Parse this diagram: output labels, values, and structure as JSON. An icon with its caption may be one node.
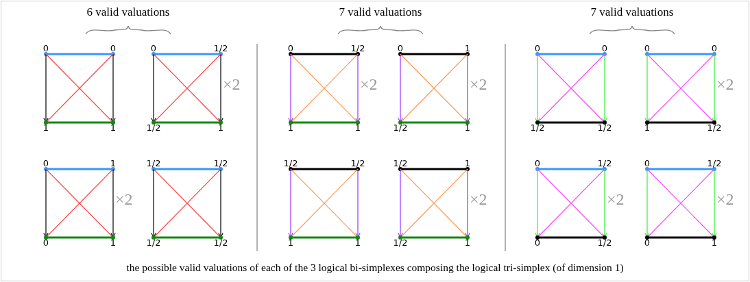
{
  "diagram": {
    "caption": "the possible valid valuations of each of the 3 logical bi-simplexes composing the logical tri-simplex (of dimension 1)",
    "nodes": [
      {
        "text": [
          "0"
        ]
      },
      {
        "text": [
          "0"
        ]
      },
      {
        "text": [
          "1"
        ]
      },
      {
        "text": [
          "1"
        ]
      },
      {
        "text": [
          "0"
        ]
      },
      {
        "text": [
          "1/2"
        ]
      },
      {
        "text": [
          "1/2"
        ]
      },
      {
        "text": [
          "1"
        ]
      },
      {
        "text": [
          "0"
        ]
      },
      {
        "text": [
          "1"
        ]
      },
      {
        "text": [
          "0"
        ]
      },
      {
        "text": [
          "1"
        ]
      },
      {
        "text": [
          "1/2"
        ]
      },
      {
        "text": [
          "1/2"
        ]
      },
      {
        "text": [
          "1/2"
        ]
      },
      {
        "text": [
          "1/2"
        ]
      },
      {
        "text": [
          "0"
        ]
      },
      {
        "text": [
          "1/2"
        ]
      },
      {
        "text": [
          "1"
        ]
      },
      {
        "text": [
          "1"
        ]
      },
      {
        "text": [
          "0"
        ]
      },
      {
        "text": [
          "1"
        ]
      },
      {
        "text": [
          "1/2"
        ]
      },
      {
        "text": [
          "1"
        ]
      },
      {
        "text": [
          "1/2"
        ]
      },
      {
        "text": [
          "1/2"
        ]
      },
      {
        "text": [
          "1"
        ]
      },
      {
        "text": [
          "1"
        ]
      },
      {
        "text": [
          "1/2"
        ]
      },
      {
        "text": [
          "1"
        ]
      },
      {
        "text": [
          "1/2"
        ]
      },
      {
        "text": [
          "1"
        ]
      },
      {
        "text": [
          "0"
        ]
      },
      {
        "text": [
          "0"
        ]
      },
      {
        "text": [
          "1/2"
        ]
      },
      {
        "text": [
          "1/2"
        ]
      },
      {
        "text": [
          "0"
        ]
      },
      {
        "text": [
          "0"
        ]
      },
      {
        "text": [
          "1"
        ]
      },
      {
        "text": [
          "1/2"
        ]
      },
      {
        "text": [
          "0"
        ]
      },
      {
        "text": [
          "1/2"
        ]
      },
      {
        "text": [
          "0"
        ]
      },
      {
        "text": [
          "1/2"
        ]
      },
      {
        "text": [
          "0"
        ]
      },
      {
        "text": [
          "1/2"
        ]
      },
      {
        "text": [
          "0"
        ]
      },
      {
        "text": [
          "1"
        ]
      }
    ],
    "edges": [
      {
        "from": 0,
        "to": 1,
        "arrow": "other",
        "style": "thick",
        "color": "#3399ff"
      },
      {
        "from": 0,
        "to": 2,
        "arrow": "to",
        "color": "#000000"
      },
      {
        "from": 1,
        "to": 3,
        "arrow": "to",
        "color": "#000000"
      },
      {
        "from": 0,
        "to": 3,
        "arrow": "none",
        "color": "#ff4444"
      },
      {
        "from": 1,
        "to": 2,
        "arrow": "none",
        "color": "#ff4444"
      },
      {
        "from": 2,
        "to": 3,
        "arrow": "other",
        "style": "thick",
        "color": "#118811"
      },
      {
        "from": 4,
        "to": 5,
        "arrow": "other",
        "style": "thick",
        "color": "#3399ff"
      },
      {
        "from": 4,
        "to": 6,
        "arrow": "to",
        "color": "#000000"
      },
      {
        "from": 5,
        "to": 7,
        "arrow": "to",
        "color": "#000000"
      },
      {
        "from": 4,
        "to": 7,
        "arrow": "none",
        "color": "#ff4444"
      },
      {
        "from": 5,
        "to": 6,
        "arrow": "none",
        "color": "#ff4444"
      },
      {
        "from": 6,
        "to": 7,
        "arrow": "other",
        "style": "thick",
        "color": "#118811"
      },
      {
        "from": 8,
        "to": 9,
        "arrow": "other",
        "style": "thick",
        "color": "#3399ff"
      },
      {
        "from": 8,
        "to": 10,
        "arrow": "to",
        "color": "#000000"
      },
      {
        "from": 9,
        "to": 11,
        "arrow": "to",
        "color": "#000000"
      },
      {
        "from": 8,
        "to": 11,
        "arrow": "none",
        "color": "#ff4444"
      },
      {
        "from": 9,
        "to": 10,
        "arrow": "none",
        "color": "#ff4444"
      },
      {
        "from": 10,
        "to": 11,
        "arrow": "other",
        "style": "thick",
        "color": "#118811"
      },
      {
        "from": 12,
        "to": 13,
        "arrow": "other",
        "style": "thick",
        "color": "#3399ff"
      },
      {
        "from": 12,
        "to": 14,
        "arrow": "to",
        "color": "#000000"
      },
      {
        "from": 13,
        "to": 15,
        "arrow": "to",
        "color": "#000000"
      },
      {
        "from": 12,
        "to": 15,
        "arrow": "none",
        "color": "#ff4444"
      },
      {
        "from": 13,
        "to": 14,
        "arrow": "none",
        "color": "#ff4444"
      },
      {
        "from": 14,
        "to": 15,
        "arrow": "other",
        "style": "thick",
        "color": "#118811"
      },
      {
        "from": 16,
        "to": 17,
        "arrow": "other",
        "style": "thick",
        "color": "#000000"
      },
      {
        "from": 16,
        "to": 18,
        "arrow": "to",
        "color": "#9933ff"
      },
      {
        "from": 17,
        "to": 19,
        "arrow": "to",
        "color": "#9933ff"
      },
      {
        "from": 16,
        "to": 19,
        "arrow": "none",
        "color": "#ff9955"
      },
      {
        "from": 17,
        "to": 18,
        "arrow": "none",
        "color": "#ff9955"
      },
      {
        "from": 18,
        "to": 19,
        "arrow": "other",
        "style": "thick",
        "color": "#118811"
      },
      {
        "from": 20,
        "to": 21,
        "arrow": "other",
        "style": "thick",
        "color": "#000000"
      },
      {
        "from": 20,
        "to": 22,
        "arrow": "to",
        "color": "#9933ff"
      },
      {
        "from": 21,
        "to": 23,
        "arrow": "to",
        "color": "#9933ff"
      },
      {
        "from": 20,
        "to": 23,
        "arrow": "none",
        "color": "#ff9955"
      },
      {
        "from": 21,
        "to": 22,
        "arrow": "none",
        "color": "#ff9955"
      },
      {
        "from": 22,
        "to": 23,
        "arrow": "other",
        "style": "thick",
        "color": "#118811"
      },
      {
        "from": 24,
        "to": 25,
        "arrow": "other",
        "style": "thick",
        "color": "#000000"
      },
      {
        "from": 24,
        "to": 26,
        "arrow": "to",
        "color": "#9933ff"
      },
      {
        "from": 25,
        "to": 27,
        "arrow": "to",
        "color": "#9933ff"
      },
      {
        "from": 24,
        "to": 27,
        "arrow": "none",
        "color": "#ff9955"
      },
      {
        "from": 25,
        "to": 26,
        "arrow": "none",
        "color": "#ff9955"
      },
      {
        "from": 26,
        "to": 27,
        "arrow": "other",
        "style": "thick",
        "color": "#118811"
      },
      {
        "from": 28,
        "to": 29,
        "arrow": "other",
        "style": "thick",
        "color": "#000000"
      },
      {
        "from": 28,
        "to": 30,
        "arrow": "to",
        "color": "#9933ff"
      },
      {
        "from": 29,
        "to": 31,
        "arrow": "to",
        "color": "#9933ff"
      },
      {
        "from": 28,
        "to": 31,
        "arrow": "none",
        "color": "#ff9955"
      },
      {
        "from": 29,
        "to": 30,
        "arrow": "none",
        "color": "#ff9955"
      },
      {
        "from": 30,
        "to": 31,
        "arrow": "other",
        "style": "thick",
        "color": "#118811"
      },
      {
        "from": 32,
        "to": 33,
        "arrow": "other",
        "style": "thick",
        "color": "#3399ff"
      },
      {
        "from": 32,
        "to": 34,
        "arrow": "to",
        "color": "#33ee33"
      },
      {
        "from": 33,
        "to": 35,
        "arrow": "to",
        "color": "#33ee33"
      },
      {
        "from": 32,
        "to": 35,
        "arrow": "none",
        "color": "#ff44ff"
      },
      {
        "from": 33,
        "to": 34,
        "arrow": "none",
        "color": "#ff44ff"
      },
      {
        "from": 34,
        "to": 35,
        "arrow": "other",
        "style": "thick",
        "color": "#000000"
      },
      {
        "from": 36,
        "to": 37,
        "arrow": "other",
        "style": "thick",
        "color": "#3399ff"
      },
      {
        "from": 36,
        "to": 38,
        "arrow": "to",
        "color": "#33ee33"
      },
      {
        "from": 37,
        "to": 39,
        "arrow": "to",
        "color": "#33ee33"
      },
      {
        "from": 36,
        "to": 39,
        "arrow": "none",
        "color": "#ff44ff"
      },
      {
        "from": 37,
        "to": 38,
        "arrow": "none",
        "color": "#ff44ff"
      },
      {
        "from": 38,
        "to": 39,
        "arrow": "other",
        "style": "thick",
        "color": "#000000"
      },
      {
        "from": 40,
        "to": 41,
        "arrow": "other",
        "style": "thick",
        "color": "#3399ff"
      },
      {
        "from": 40,
        "to": 42,
        "arrow": "to",
        "color": "#33ee33"
      },
      {
        "from": 41,
        "to": 43,
        "arrow": "to",
        "color": "#33ee33"
      },
      {
        "from": 40,
        "to": 43,
        "arrow": "none",
        "color": "#ff44ff"
      },
      {
        "from": 41,
        "to": 42,
        "arrow": "none",
        "color": "#ff44ff"
      },
      {
        "from": 42,
        "to": 43,
        "arrow": "other",
        "style": "thick",
        "color": "#000000"
      },
      {
        "from": 44,
        "to": 45,
        "arrow": "other",
        "style": "thick",
        "color": "#3399ff"
      },
      {
        "from": 44,
        "to": 46,
        "arrow": "to",
        "color": "#33ee33"
      },
      {
        "from": 45,
        "to": 47,
        "arrow": "to",
        "color": "#33ee33"
      },
      {
        "from": 44,
        "to": 47,
        "arrow": "none",
        "color": "#ff44ff"
      },
      {
        "from": 45,
        "to": 46,
        "arrow": "none",
        "color": "#ff44ff"
      },
      {
        "from": 46,
        "to": 47,
        "arrow": "other",
        "style": "thick",
        "color": "#000000"
      }
    ],
    "labels": [
      "6 valid valuations",
      "7 valid valuations",
      "7 valid valuations",
      "×2",
      "×2",
      "×2",
      "×2",
      "×2",
      "×2",
      "×2",
      "×2"
    ]
  }
}
